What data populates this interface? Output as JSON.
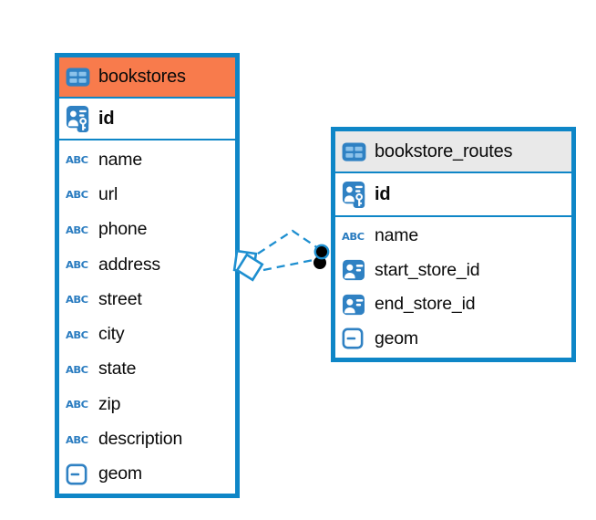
{
  "diagram": {
    "tables": [
      {
        "name": "bookstores",
        "header_color": "#f87b4c",
        "columns": [
          {
            "name": "id",
            "icon": "primary-key"
          },
          {
            "name": "name",
            "icon": "text"
          },
          {
            "name": "url",
            "icon": "text"
          },
          {
            "name": "phone",
            "icon": "text"
          },
          {
            "name": "address",
            "icon": "text"
          },
          {
            "name": "street",
            "icon": "text"
          },
          {
            "name": "city",
            "icon": "text"
          },
          {
            "name": "state",
            "icon": "text"
          },
          {
            "name": "zip",
            "icon": "text"
          },
          {
            "name": "description",
            "icon": "text"
          },
          {
            "name": "geom",
            "icon": "geometry"
          }
        ]
      },
      {
        "name": "bookstore_routes",
        "header_color": "#e9e9e9",
        "columns": [
          {
            "name": "id",
            "icon": "primary-key"
          },
          {
            "name": "name",
            "icon": "text"
          },
          {
            "name": "start_store_id",
            "icon": "reference"
          },
          {
            "name": "end_store_id",
            "icon": "reference"
          },
          {
            "name": "geom",
            "icon": "geometry"
          }
        ]
      }
    ],
    "connector": {
      "from_table": "bookstores",
      "to_table": "bookstore_routes",
      "line_style": "dashed",
      "line_count": 2,
      "from_marker": "diamond",
      "to_marker": "stacked-dots"
    },
    "icons": {
      "text_type_label": "ABC"
    },
    "colors": {
      "table_border": "#0e86c7",
      "connector": "#1e8fd0",
      "bookstores_header": "#f87b4c",
      "bookstore_routes_header": "#e9e9e9",
      "icon_blue": "#2f81c3",
      "text": "#0a0a0a"
    }
  }
}
